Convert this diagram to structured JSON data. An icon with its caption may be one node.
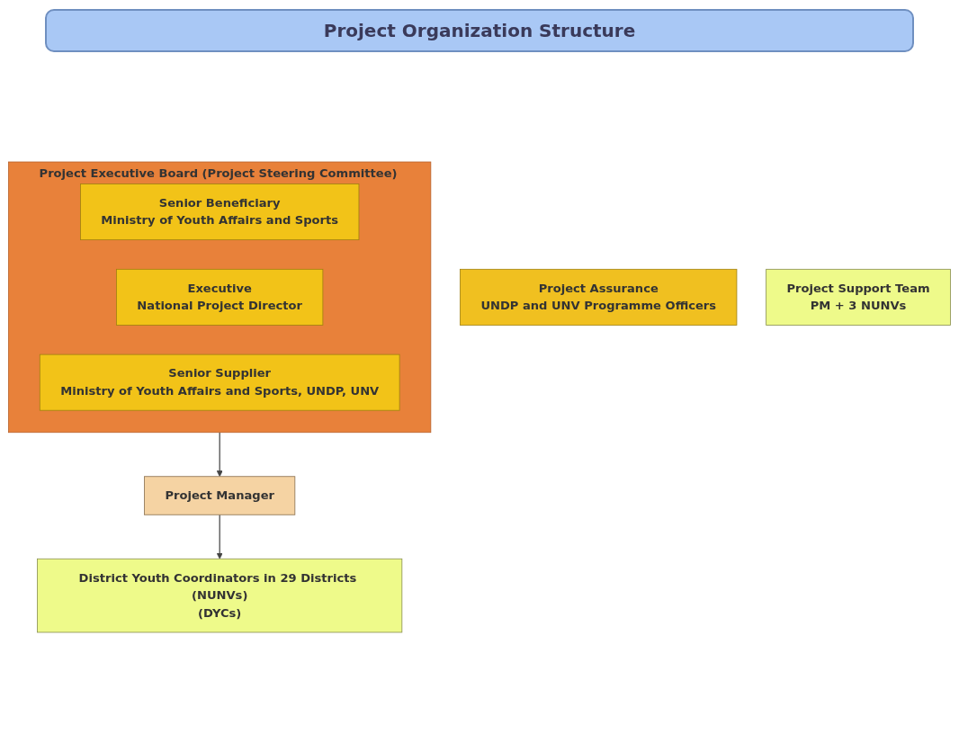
{
  "diagram": {
    "title": "Project Organization Structure",
    "nodes": [
      {
        "text": [
          "Project Executive Board (Project Steering Committee)"
        ]
      },
      {
        "text": [
          "Senior Beneficiary",
          "Ministry of Youth Affairs and Sports"
        ],
        "in": 0
      },
      {
        "text": [
          "Executive",
          "National Project Director"
        ],
        "in": 0
      },
      {
        "text": [
          "Senior Supplier",
          "Ministry of Youth Affairs and Sports, UNDP, UNV"
        ],
        "in": 0
      },
      {
        "text": [
          "Project Assurance",
          "UNDP and UNV Programme Officers"
        ]
      },
      {
        "text": [
          "Project Manager"
        ]
      },
      {
        "text": [
          "Project Support Team",
          "PM + 3 NUNVs"
        ]
      },
      {
        "text": [
          "District Youth Coordinators in 29 Districts (NUNVs)",
          "(DYCs)"
        ]
      }
    ],
    "edges": [
      {
        "from": 0,
        "to": 5,
        "arrow": "to"
      },
      {
        "from": 5,
        "to": 7,
        "arrow": "to"
      }
    ]
  }
}
